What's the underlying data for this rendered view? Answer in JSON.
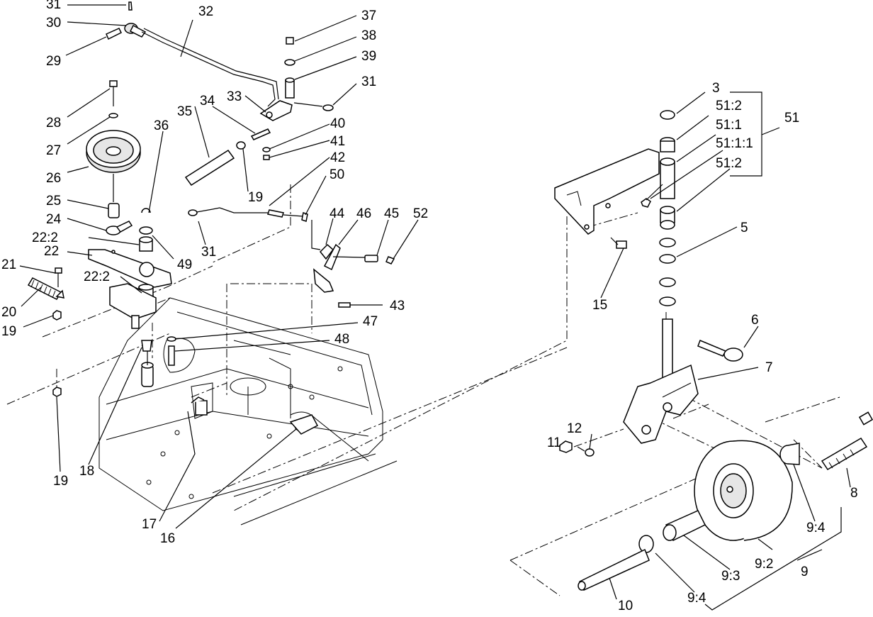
{
  "diagram": {
    "kind": "exploded-parts-view",
    "callouts": [
      "31",
      "30",
      "29",
      "32",
      "37",
      "38",
      "39",
      "31",
      "28",
      "27",
      "26",
      "25",
      "24",
      "22:2",
      "22",
      "21",
      "20",
      "19",
      "36",
      "35",
      "34",
      "33",
      "40",
      "41",
      "42",
      "19",
      "49",
      "31",
      "22:2",
      "19",
      "18",
      "17",
      "16",
      "47",
      "48",
      "50",
      "44",
      "46",
      "45",
      "52",
      "43",
      "3",
      "51:2",
      "51:1",
      "51:1:1",
      "51:2",
      "51",
      "15",
      "5",
      "6",
      "7",
      "12",
      "11",
      "8",
      "9:4",
      "9:2",
      "9:3",
      "9",
      "9:4",
      "10"
    ]
  }
}
